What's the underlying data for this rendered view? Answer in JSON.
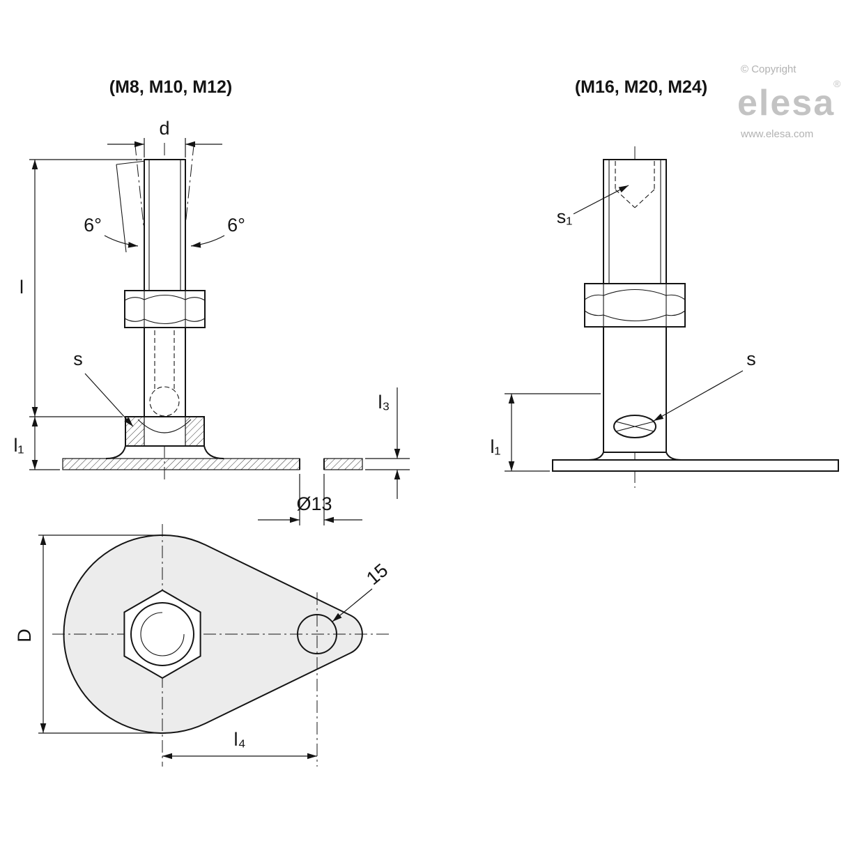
{
  "drawing": {
    "left_view": {
      "title": "(M8, M10, M12)",
      "labels": {
        "d": "d",
        "angle_left": "6°",
        "angle_right": "6°",
        "l": "l",
        "l1": "l₁",
        "s": "s",
        "l3": "l₃",
        "dia": "Ø13"
      }
    },
    "right_view": {
      "title": "(M16, M20, M24)",
      "labels": {
        "s1": "s₁",
        "s": "s",
        "l1": "l₁"
      }
    },
    "bottom_view": {
      "labels": {
        "D": "D",
        "l4": "l₄",
        "hole": "15"
      }
    },
    "colors": {
      "line": "#141414",
      "teardrop_fill": "#ececec",
      "logo_gray": "#c3c3c3"
    }
  },
  "logo": {
    "copyright": "© Copyright",
    "brand": "elesa",
    "registered": "®",
    "url": "www.elesa.com"
  }
}
